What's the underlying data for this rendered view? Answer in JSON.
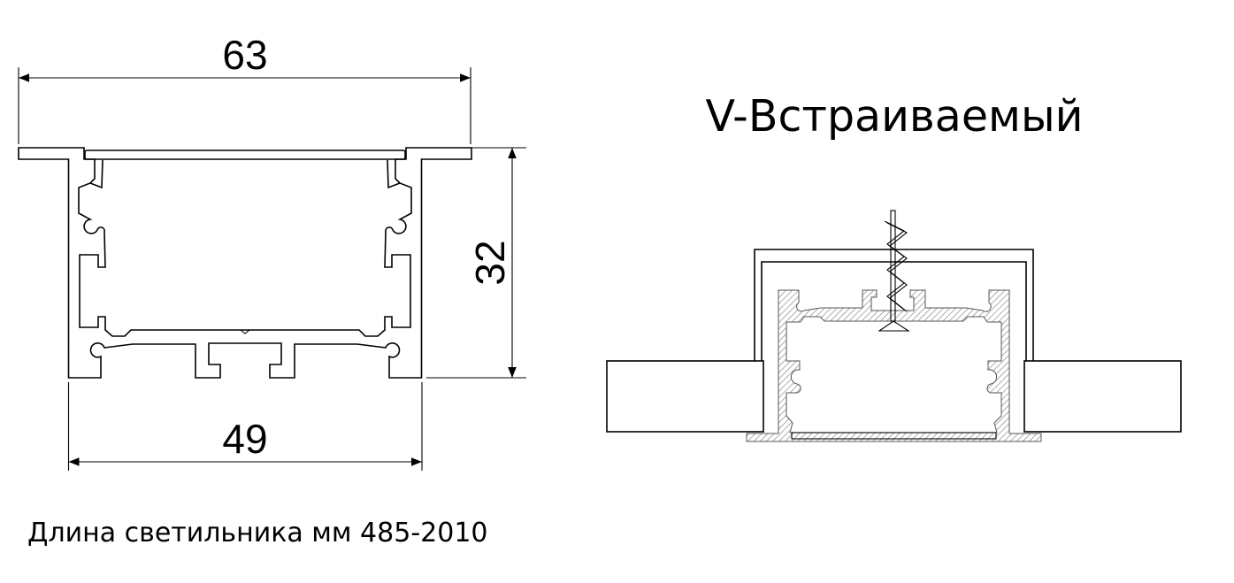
{
  "dimensions": {
    "width_top": "63",
    "height": "32",
    "width_bottom": "49"
  },
  "title": "V-Встраиваемый",
  "length_note": "Длина светильника мм 485-2010",
  "colors": {
    "line": "#000000",
    "hatch": "#8a8a8a"
  }
}
